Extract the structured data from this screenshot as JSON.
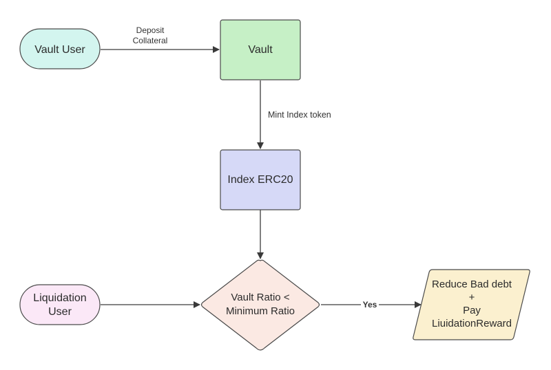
{
  "diagram": {
    "nodes": {
      "vault_user": {
        "label": "Vault User",
        "fill": "#d3f5ef",
        "stroke": "#4a4a4a"
      },
      "vault": {
        "label": "Vault",
        "fill": "#c6f0c6",
        "stroke": "#4a4a4a"
      },
      "index_erc20": {
        "label": "Index ERC20",
        "fill": "#d6d9f7",
        "stroke": "#4a4a4a"
      },
      "liquidation_user": {
        "line1": "Liquidation",
        "line2": "User",
        "fill": "#fbe8f7",
        "stroke": "#4a4a4a"
      },
      "decision": {
        "line1": "Vault Ratio <",
        "line2": "Minimum Ratio",
        "fill": "#fbe9e3",
        "stroke": "#4a4a4a"
      },
      "action": {
        "line1": "Reduce Bad debt",
        "line2": "+",
        "line3": "Pay",
        "line4": "LiuidationReward",
        "fill": "#fbf0cf",
        "stroke": "#4a4a4a"
      }
    },
    "edges": {
      "deposit": {
        "line1": "Deposit",
        "line2": "Collateral"
      },
      "mint": {
        "label": "Mint Index token"
      },
      "yes": {
        "label": "Yes"
      }
    },
    "colors": {
      "arrow": "#3a3a3a"
    }
  }
}
